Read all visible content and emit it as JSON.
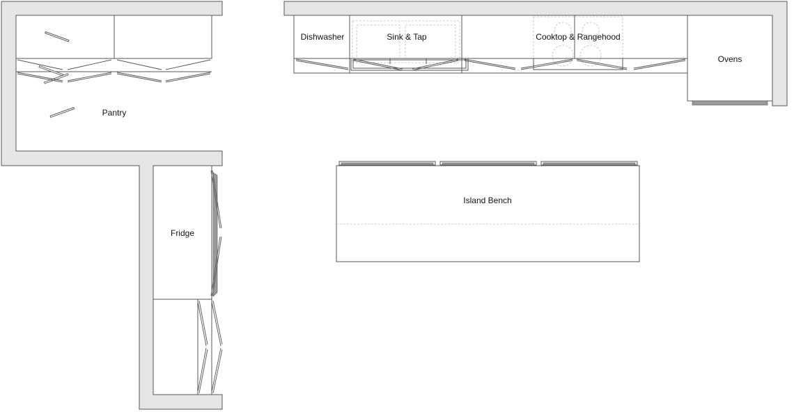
{
  "labels": {
    "dishwasher": "Dishwasher",
    "sink": "Sink & Tap",
    "cooktop": "Cooktop & Rangehood",
    "ovens": "Ovens",
    "pantry": "Pantry",
    "fridge": "Fridge",
    "island": "Island Bench"
  }
}
